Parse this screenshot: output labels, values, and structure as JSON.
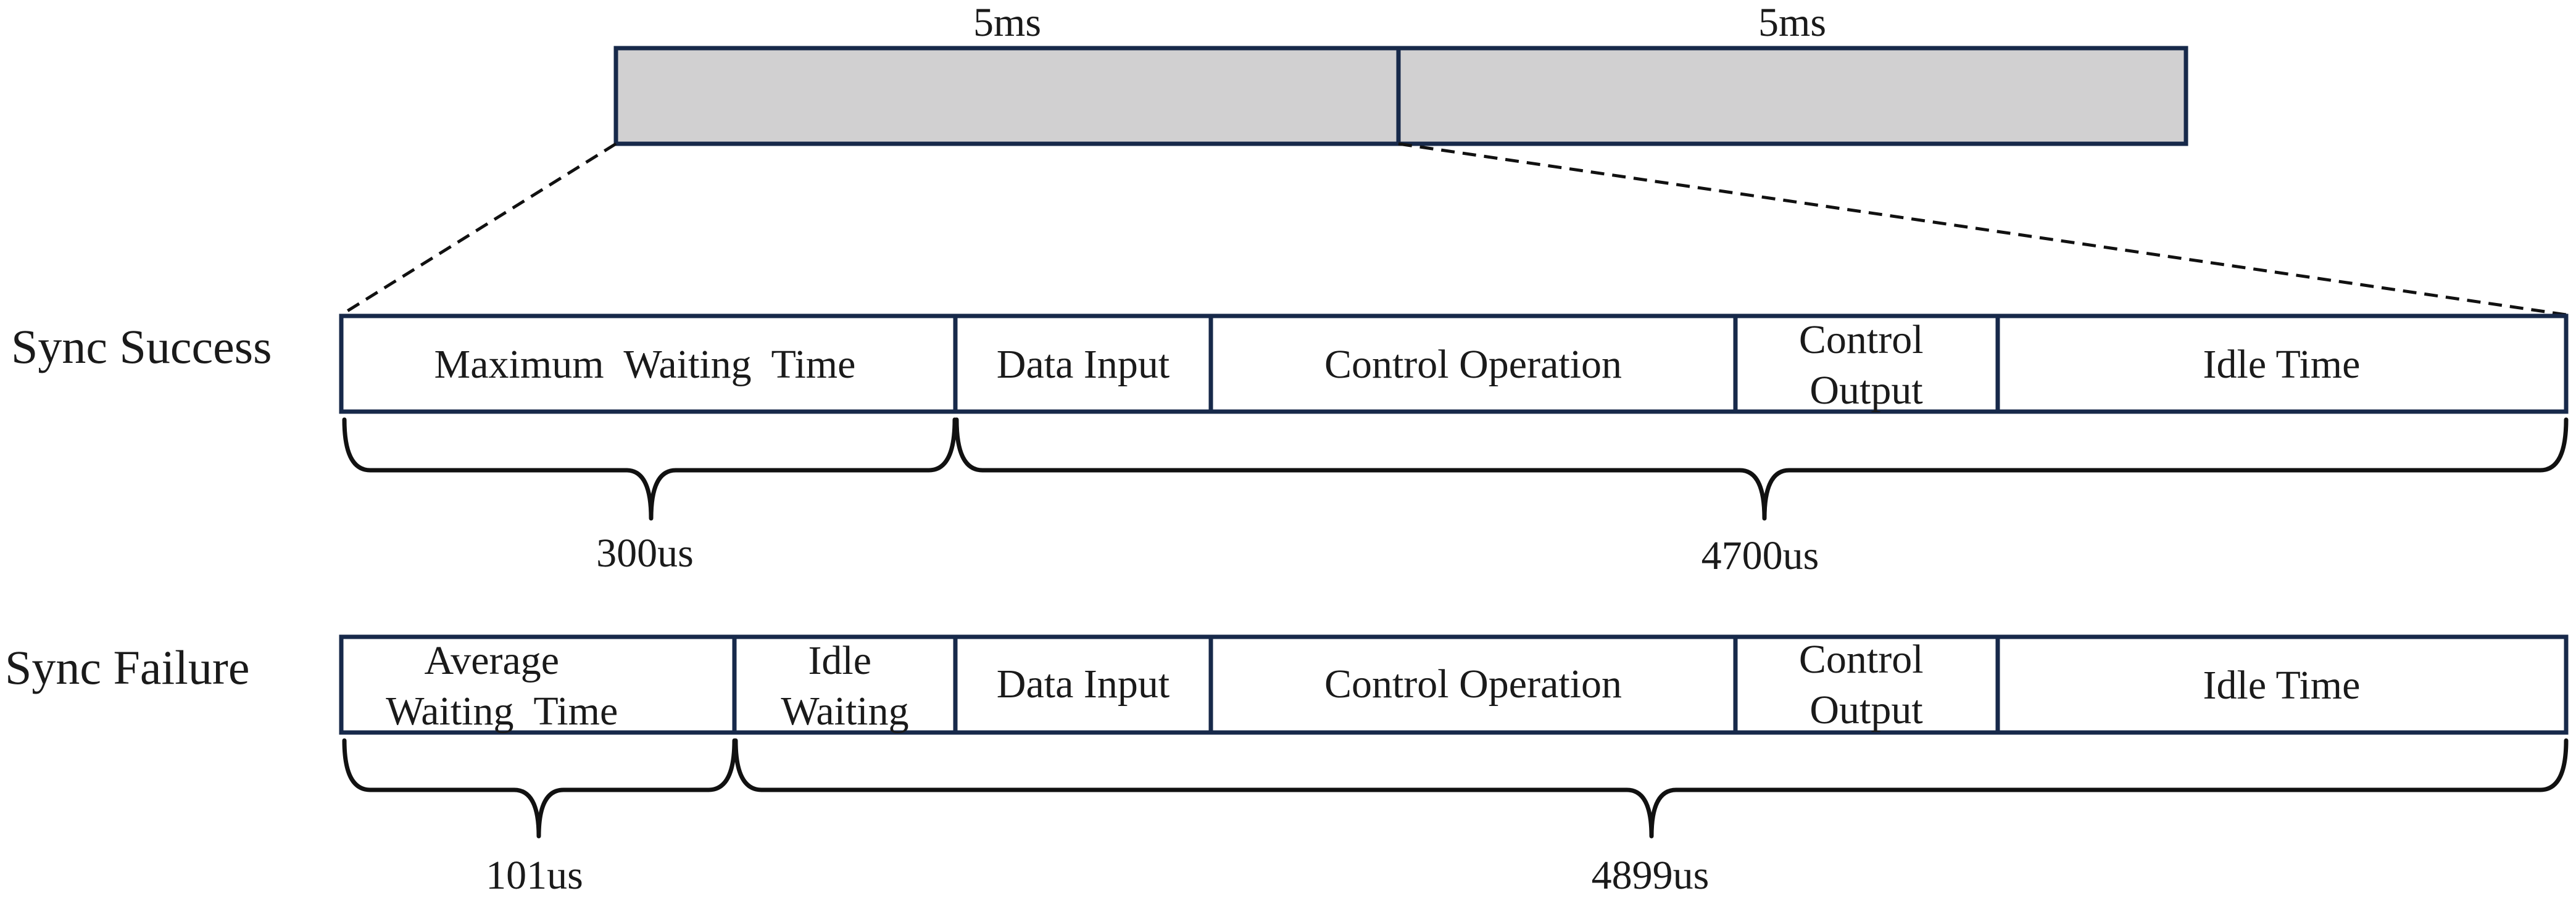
{
  "frame": {
    "slots": [
      "5ms",
      "5ms"
    ]
  },
  "rows": [
    {
      "label": "Sync Success",
      "segments": [
        [
          "Maximum  Waiting  Time"
        ],
        [
          "Data Input"
        ],
        [
          "Control Operation"
        ],
        [
          "Control",
          "Output"
        ],
        [
          "Idle Time"
        ]
      ],
      "durations": [
        "300us",
        "4700us"
      ]
    },
    {
      "label": "Sync Failure",
      "segments": [
        [
          "Average",
          "Waiting  Time"
        ],
        [
          "Idle",
          "Waiting"
        ],
        [
          "Data Input"
        ],
        [
          "Control Operation"
        ],
        [
          "Control",
          "Output"
        ],
        [
          "Idle Time"
        ]
      ],
      "durations": [
        "101us",
        "4899us"
      ]
    }
  ],
  "colors": {
    "frame_fill": "#d1d0d1",
    "border": "#17294a",
    "text": "#1a1a1a"
  }
}
